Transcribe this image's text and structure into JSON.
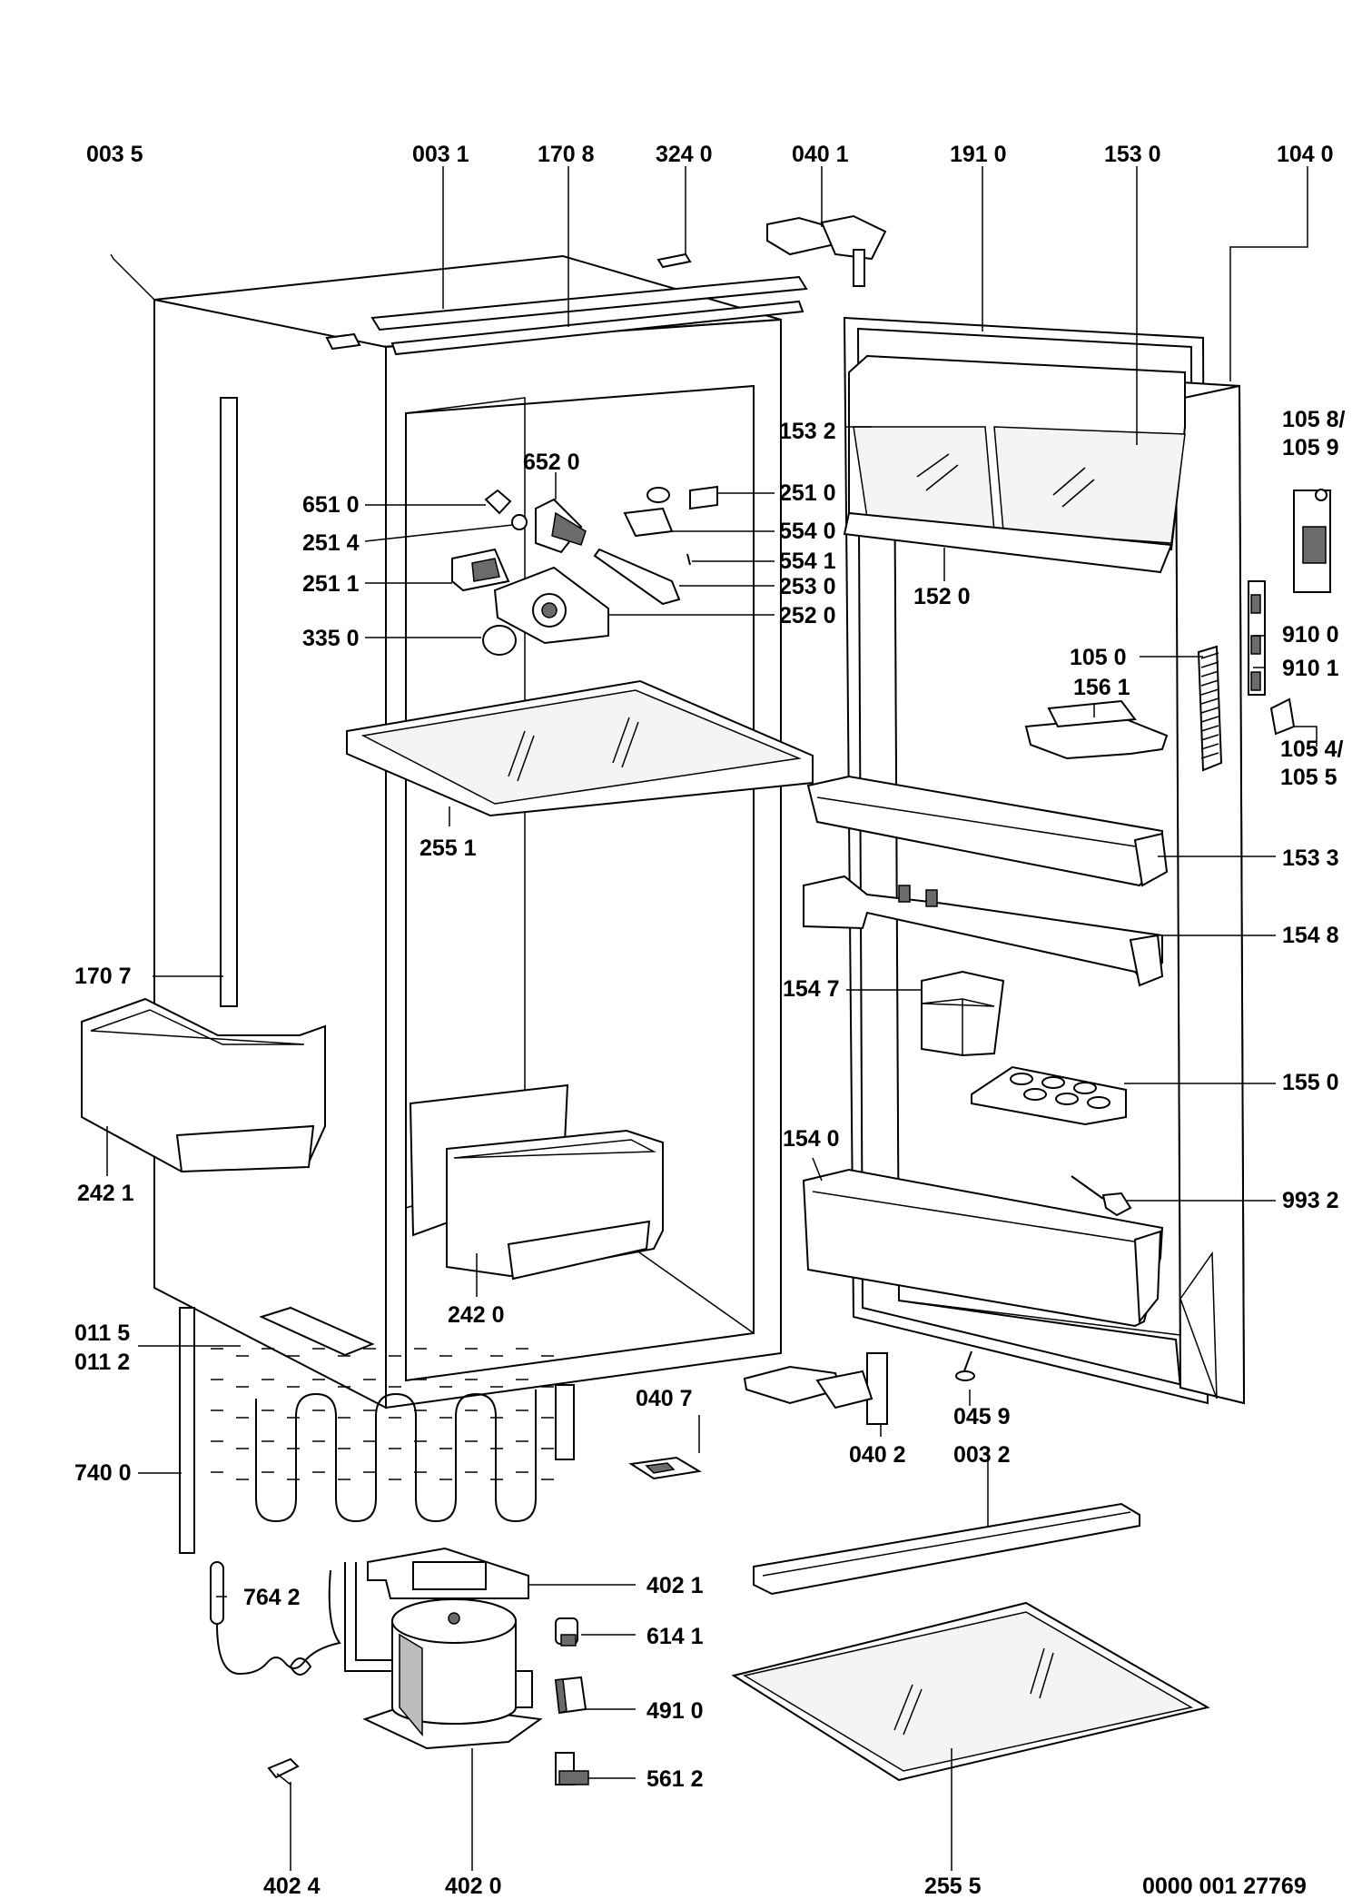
{
  "diagram": {
    "document_number": "0000 001 27769",
    "callouts": [
      {
        "id": "c-003-5",
        "label": "003 5"
      },
      {
        "id": "c-003-1",
        "label": "003 1"
      },
      {
        "id": "c-170-8",
        "label": "170 8"
      },
      {
        "id": "c-324-0",
        "label": "324 0"
      },
      {
        "id": "c-040-1",
        "label": "040 1"
      },
      {
        "id": "c-191-0",
        "label": "191 0"
      },
      {
        "id": "c-153-0",
        "label": "153 0"
      },
      {
        "id": "c-104-0",
        "label": "104 0"
      },
      {
        "id": "c-153-2",
        "label": "153 2"
      },
      {
        "id": "c-105-8",
        "label": "105 8/"
      },
      {
        "id": "c-105-9",
        "label": "105 9"
      },
      {
        "id": "c-652-0",
        "label": "652 0"
      },
      {
        "id": "c-651-0",
        "label": "651 0"
      },
      {
        "id": "c-251-0",
        "label": "251 0"
      },
      {
        "id": "c-251-4",
        "label": "251 4"
      },
      {
        "id": "c-554-0",
        "label": "554 0"
      },
      {
        "id": "c-554-1",
        "label": "554 1"
      },
      {
        "id": "c-251-1",
        "label": "251 1"
      },
      {
        "id": "c-253-0",
        "label": "253 0"
      },
      {
        "id": "c-152-0",
        "label": "152 0"
      },
      {
        "id": "c-252-0",
        "label": "252 0"
      },
      {
        "id": "c-335-0",
        "label": "335 0"
      },
      {
        "id": "c-910-0",
        "label": "910 0"
      },
      {
        "id": "c-105-0",
        "label": "105 0"
      },
      {
        "id": "c-910-1",
        "label": "910 1"
      },
      {
        "id": "c-156-1",
        "label": "156 1"
      },
      {
        "id": "c-105-4",
        "label": "105 4/"
      },
      {
        "id": "c-105-5",
        "label": "105 5"
      },
      {
        "id": "c-255-1",
        "label": "255 1"
      },
      {
        "id": "c-153-3",
        "label": "153 3"
      },
      {
        "id": "c-154-8",
        "label": "154 8"
      },
      {
        "id": "c-170-7",
        "label": "170 7"
      },
      {
        "id": "c-154-7",
        "label": "154 7"
      },
      {
        "id": "c-155-0",
        "label": "155 0"
      },
      {
        "id": "c-154-0",
        "label": "154 0"
      },
      {
        "id": "c-242-1",
        "label": "242 1"
      },
      {
        "id": "c-993-2",
        "label": "993 2"
      },
      {
        "id": "c-242-0",
        "label": "242 0"
      },
      {
        "id": "c-011-5",
        "label": "011 5"
      },
      {
        "id": "c-011-2",
        "label": "011 2"
      },
      {
        "id": "c-040-7",
        "label": "040 7"
      },
      {
        "id": "c-045-9",
        "label": "045 9"
      },
      {
        "id": "c-040-2",
        "label": "040 2"
      },
      {
        "id": "c-003-2",
        "label": "003 2"
      },
      {
        "id": "c-740-0",
        "label": "740 0"
      },
      {
        "id": "c-402-1",
        "label": "402 1"
      },
      {
        "id": "c-764-2",
        "label": "764 2"
      },
      {
        "id": "c-614-1",
        "label": "614 1"
      },
      {
        "id": "c-491-0",
        "label": "491 0"
      },
      {
        "id": "c-561-2",
        "label": "561 2"
      },
      {
        "id": "c-402-4",
        "label": "402 4"
      },
      {
        "id": "c-402-0",
        "label": "402 0"
      },
      {
        "id": "c-255-5",
        "label": "255 5"
      }
    ]
  }
}
